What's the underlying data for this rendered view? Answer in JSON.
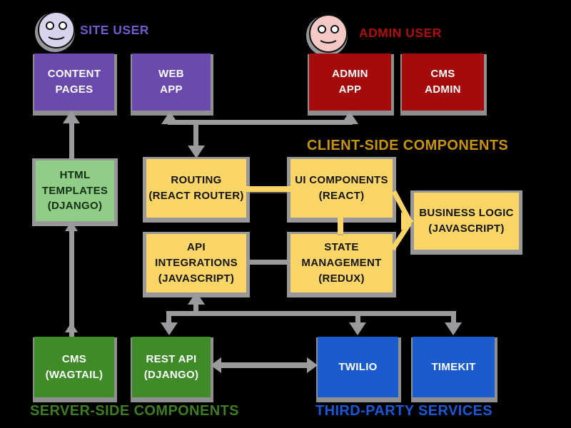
{
  "users": {
    "site": {
      "label": "SITE USER",
      "color": "#6f5bcb"
    },
    "admin": {
      "label": "ADMIN USER",
      "color": "#b00d0d"
    }
  },
  "nodes": {
    "content_pages": {
      "label": "CONTENT\nPAGES",
      "color": "#6a4bad"
    },
    "web_app": {
      "label": "WEB\nAPP",
      "color": "#6a4bad"
    },
    "admin_app": {
      "label": "ADMIN\nAPP",
      "color": "#a60b0b"
    },
    "cms_admin": {
      "label": "CMS\nADMIN",
      "color": "#a60b0b"
    },
    "html_templates": {
      "label": "HTML\nTEMPLATES\n(DJANGO)",
      "color": "#90ce88"
    },
    "routing": {
      "label": "ROUTING\n(REACT ROUTER)",
      "color": "#fbd566"
    },
    "ui_components": {
      "label": "UI COMPONENTS\n(REACT)",
      "color": "#fbd566"
    },
    "business_logic": {
      "label": "BUSINESS LOGIC\n(JAVASCRIPT)",
      "color": "#fbd566"
    },
    "api_integrations": {
      "label": "API\nINTEGRATIONS\n(JAVASCRIPT)",
      "color": "#fbd566"
    },
    "state_management": {
      "label": "STATE\nMANAGEMENT\n(REDUX)",
      "color": "#fbd566"
    },
    "cms_wagtail": {
      "label": "CMS\n(WAGTAIL)",
      "color": "#3f8b28"
    },
    "rest_api": {
      "label": "REST API\n(DJANGO)",
      "color": "#3f8b28"
    },
    "twilio": {
      "label": "TWILIO",
      "color": "#1a5cce"
    },
    "timekit": {
      "label": "TIMEKIT",
      "color": "#1a5cce"
    }
  },
  "group_labels": {
    "client_side": {
      "label": "CLIENT-SIDE COMPONENTS",
      "color": "#c7940a"
    },
    "server_side": {
      "label": "SERVER-SIDE COMPONENTS",
      "color": "#3e7d22"
    },
    "third_party": {
      "label": "THIRD-PARTY SERVICES",
      "color": "#1c57d8"
    }
  },
  "connector_colors": {
    "gray": "#9b9b9e",
    "yellow": "#fbd566"
  }
}
